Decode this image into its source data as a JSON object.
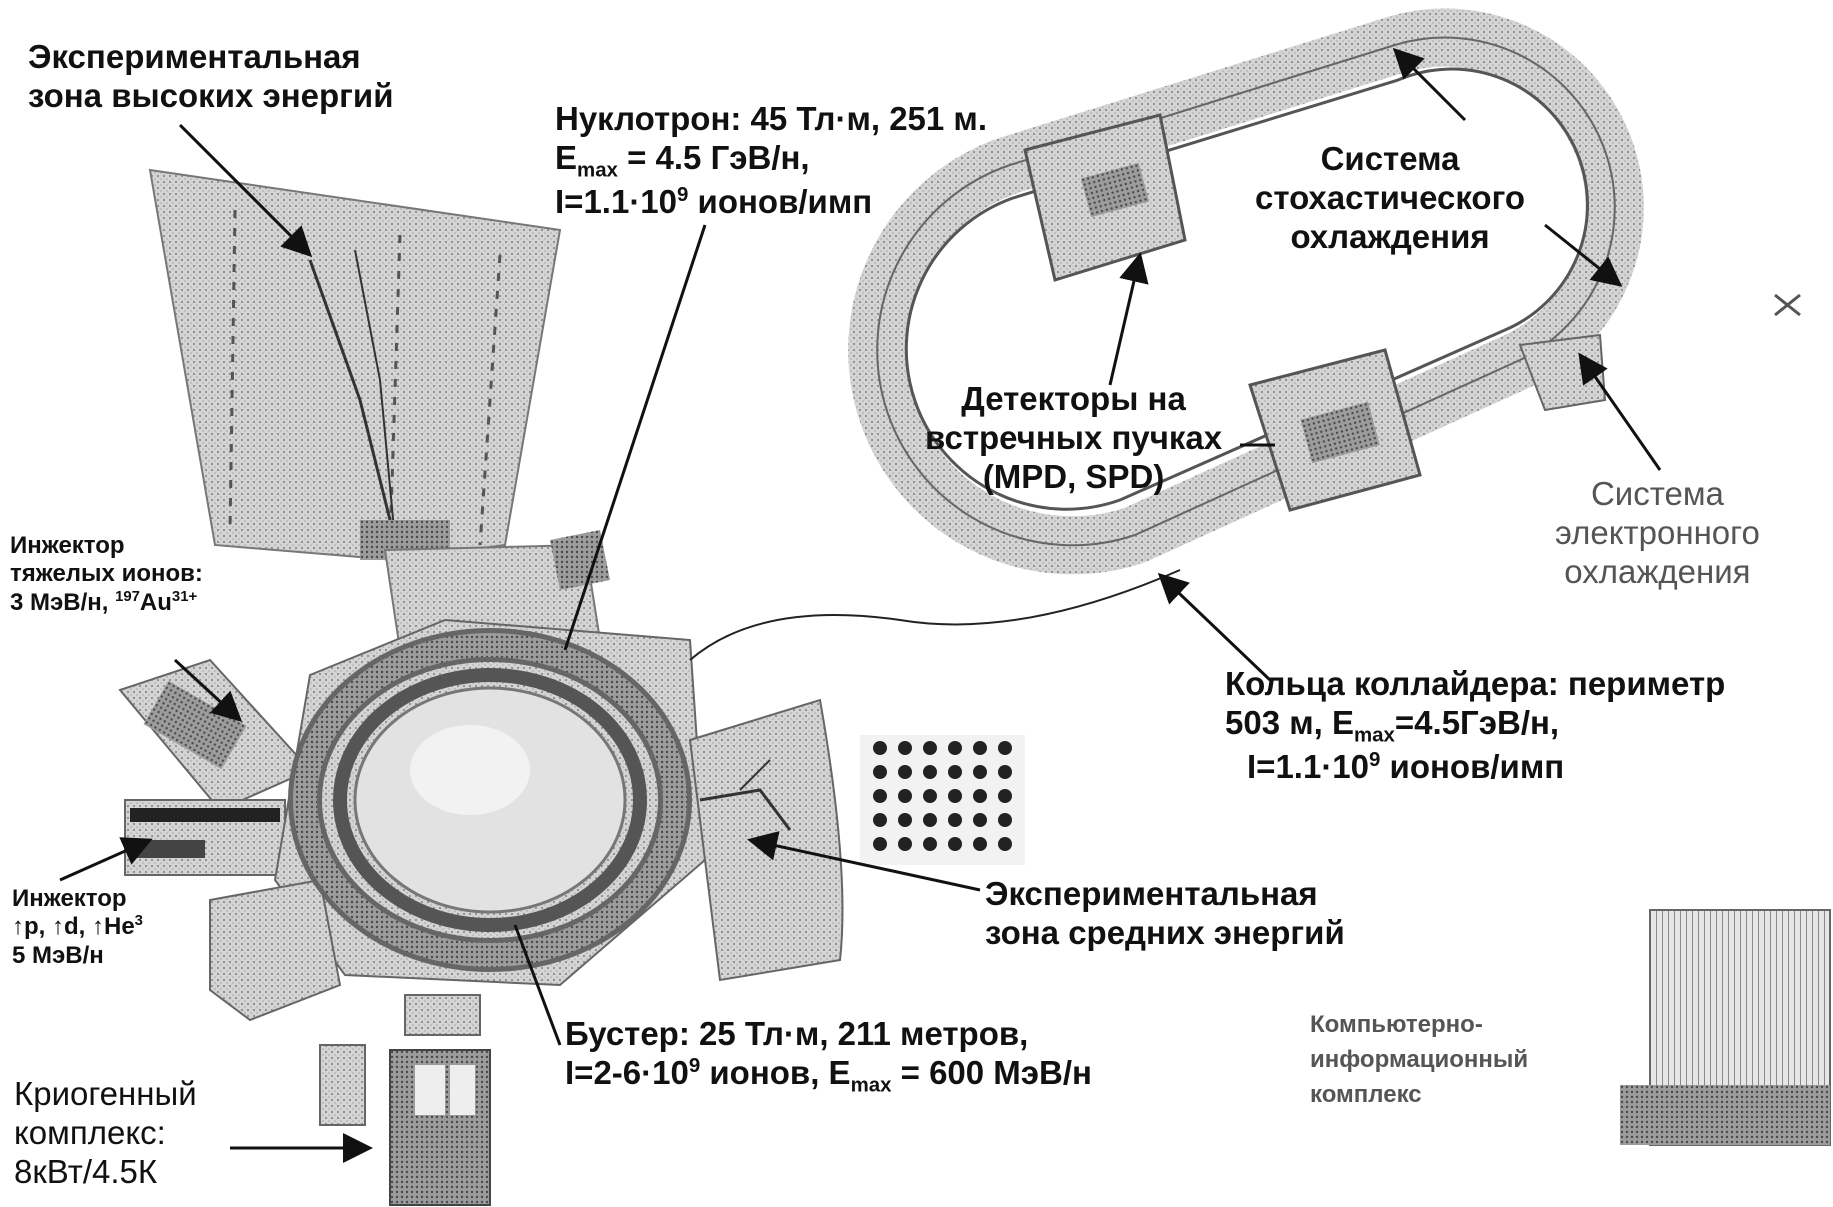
{
  "labels": {
    "high_energy_zone": [
      "Экспериментальная",
      "зона высоких энергий"
    ],
    "nuclotron": {
      "line1": "Нуклотрон: 45 Тл·м, 251 м.",
      "emax_prefix": "E",
      "emax_sub": "max",
      "emax_value": " = 4.5 ГэВ/н,",
      "intensity_prefix": "I=1.1·10",
      "intensity_exp": "9",
      "intensity_suffix": " ионов/имп"
    },
    "stochastic_cooling": [
      "Система",
      "стохастического",
      "охлаждения"
    ],
    "detectors": [
      "Детекторы на",
      "встречных пучках",
      "(MPD, SPD)"
    ],
    "electron_cooling": [
      "Система",
      "электронного",
      "охлаждения"
    ],
    "heavy_ion_injector": {
      "line1": "Инжектор",
      "line2": "тяжелых ионов:",
      "line3_prefix": "3 МэВ/н, ",
      "isotope_mass": "197",
      "isotope_symbol": "Au",
      "charge": "31+"
    },
    "collider_rings": {
      "line1": "Кольца коллайдера: периметр",
      "line2_prefix": "503 м, E",
      "line2_sub": "max",
      "line2_suffix": "=4.5ГэВ/н,",
      "line3_prefix": "I=1.1·10",
      "line3_exp": "9",
      "line3_suffix": " ионов/имп"
    },
    "light_injector": {
      "line1": "Инжектор",
      "line2": "↑p, ↑d, ↑He",
      "line2_sup": "3",
      "line3": "5 МэВ/н"
    },
    "mid_energy_zone": [
      "Экспериментальная",
      "зона средних энергий"
    ],
    "booster": {
      "line1": "Бустер: 25 Тл·м, 211 метров,",
      "line2_prefix": "I=2-6·10",
      "line2_exp": "9",
      "line2_mid": " ионов, E",
      "line2_sub": "max",
      "line2_suffix": " = 600 МэВ/н"
    },
    "computing": [
      "Компьютерно-",
      "информационный",
      "комплекс"
    ],
    "cryogenic": [
      "Криогенный",
      "комплекс:",
      "8кВт/4.5К"
    ]
  },
  "colors": {
    "ink": "#111111",
    "structure_fill": "#c8c8c8",
    "structure_dark": "#8a8a8a",
    "ring_fill": "#b4b4b4",
    "background": "#ffffff"
  }
}
